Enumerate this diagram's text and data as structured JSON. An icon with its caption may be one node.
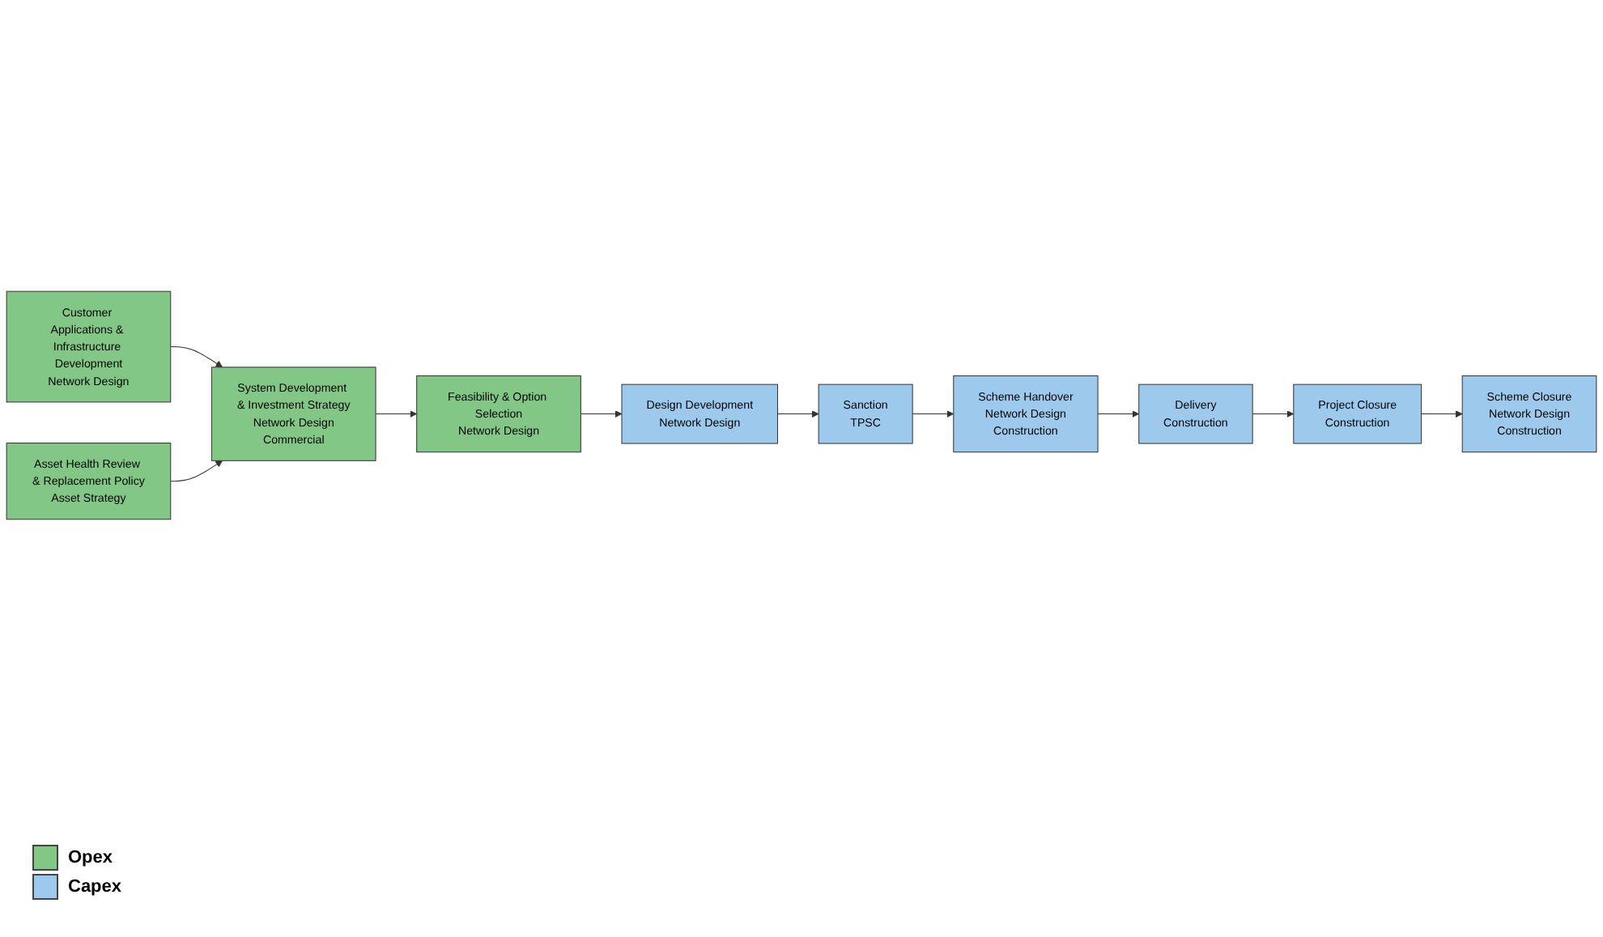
{
  "diagram": {
    "nodes": [
      {
        "text": [
          "Customer Applications & Infrastructure Development",
          "Network Design"
        ]
      },
      {
        "text": [
          "Asset Health Review & Replacement Policy",
          "Asset Strategy"
        ]
      },
      {
        "text": [
          "System Development & Investment Strategy",
          "Network Design",
          "Commercial"
        ]
      },
      {
        "text": [
          "Feasibility & Option Selection",
          "Network Design"
        ]
      },
      {
        "text": [
          "Design Development",
          "Network Design"
        ]
      },
      {
        "text": [
          "Sanction",
          "TPSC"
        ]
      },
      {
        "text": [
          "Scheme Handover",
          "Network Design",
          "Construction"
        ]
      },
      {
        "text": [
          "Delivery",
          "Construction"
        ]
      },
      {
        "text": [
          "Project Closure",
          "Construction"
        ]
      },
      {
        "text": [
          "Scheme Closure",
          "Network Design",
          "Construction"
        ]
      }
    ],
    "edges": [
      {
        "from": 0,
        "to": 2,
        "arrow": "to"
      },
      {
        "from": 1,
        "to": 2,
        "arrow": "to"
      },
      {
        "from": 2,
        "to": 3,
        "arrow": "to"
      },
      {
        "from": 3,
        "to": 4,
        "arrow": "to"
      },
      {
        "from": 4,
        "to": 5,
        "arrow": "to"
      },
      {
        "from": 5,
        "to": 6,
        "arrow": "to"
      },
      {
        "from": 6,
        "to": 7,
        "arrow": "to"
      },
      {
        "from": 7,
        "to": 8,
        "arrow": "to"
      },
      {
        "from": 8,
        "to": 9,
        "arrow": "to"
      }
    ],
    "legend": [
      {
        "text": "Opex",
        "color": "#82c785"
      },
      {
        "text": "Capex",
        "color": "#9cc9ec"
      }
    ]
  }
}
